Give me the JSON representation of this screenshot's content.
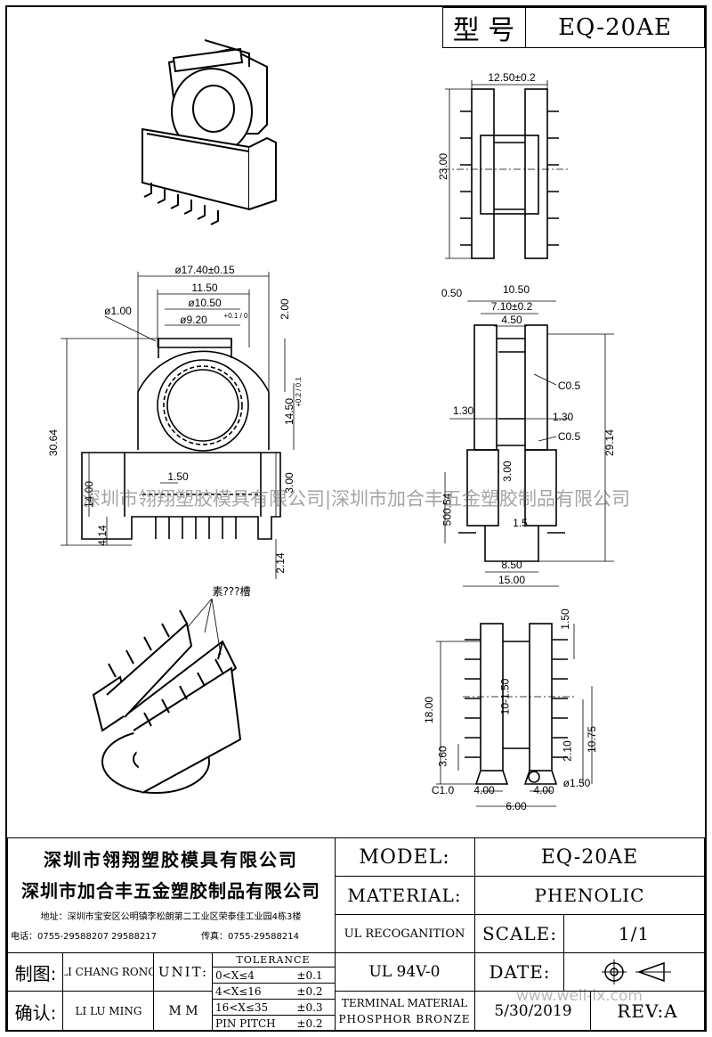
{
  "header": {
    "model_label": "型 号",
    "model_value": "EQ-20AE"
  },
  "dimensions": {
    "top_width": "12.50±0.2",
    "top_height": "23.00",
    "front_outer_dia": "ø17.40±0.15",
    "front_11_50": "11.50",
    "front_dia_10_50": "ø10.50",
    "front_dia_9_20": "ø9.20",
    "front_dia_9_20_tol": "+0.1 / 0",
    "front_dia_1_00": "ø1.00",
    "front_2_00": "2.00",
    "front_14_50": "14.50",
    "front_14_50_tol": "+0.2 / 0.1",
    "front_30_64": "30.64",
    "front_14_00": "14.00",
    "front_1_50": "1.50",
    "front_3_00": "3.00",
    "front_4_14": "4.14",
    "front_2_14": "2.14",
    "side_0_50": "0.50",
    "side_10_50": "10.50",
    "side_7_10": "7.10±0.2",
    "side_4_50": "4.50",
    "side_c05_a": "C0.5",
    "side_c05_b": "C0.5",
    "side_1_30_a": "1.30",
    "side_1_30_b": "1.30",
    "side_3_00": "3.00",
    "side_29_14": "29.14",
    "side_500_54": "500.54",
    "side_1_5": "1.5",
    "side_8_50": "8.50",
    "side_15_00": "15.00",
    "bottom_1_50": "1.50",
    "bottom_18_00": "18.00",
    "bottom_10_150": "10-1.50",
    "bottom_10_75": "10.75",
    "bottom_3_60": "3.60",
    "bottom_2_10": "2.10",
    "bottom_c10": "C1.0",
    "bottom_4_00_a": "4.00",
    "bottom_4_00_b": "4.00",
    "bottom_dia_1_50": "ø1.50",
    "bottom_6_00": "6.00",
    "iso_note": "素???槽"
  },
  "watermark": {
    "text": "深圳市翎翔塑胶模具有限公司|深圳市加合丰五金塑胶制品有限公司",
    "site": "www.well-lx.com"
  },
  "title_block": {
    "company1": "深圳市翎翔塑胶模具有限公司",
    "company2": "深圳市加合丰五金塑胶制品有限公司",
    "address": "地址：深圳市宝安区公明镇李松朗第二工业区荣泰佳工业园4栋3楼",
    "phone": "电话：0755-29588207 29588217",
    "fax": "传真：0755-29588214",
    "model_label": "MODEL:",
    "model_value": "EQ-20AE",
    "material_label": "MATERIAL:",
    "material_value": "PHENOLIC",
    "ul_label": "UL RECOGANITION",
    "ul_value": "UL 94V-0",
    "scale_label": "SCALE:",
    "scale_value": "1/1",
    "date_label": "DATE:",
    "date_value": "5/30/2019",
    "rev_label": "REV:A",
    "terminal_line1": "TERMINAL MATERIAL",
    "terminal_line2": "PHOSPHOR BRONZE",
    "drawn_label": "制图:",
    "drawn_by": "LI CHANG RONG",
    "checked_label": "确认:",
    "checked_by": "LI LU MING",
    "unit_label": "UNIT:",
    "unit_value": "M M",
    "tolerance_header": "TOLERANCE",
    "tolerances": [
      {
        "range": "0<X≤4",
        "tol": "±0.1"
      },
      {
        "range": "4<X≤16",
        "tol": "±0.2"
      },
      {
        "range": "16<X≤35",
        "tol": "±0.3"
      },
      {
        "range": "PIN PITCH",
        "tol": "±0.2"
      }
    ]
  }
}
